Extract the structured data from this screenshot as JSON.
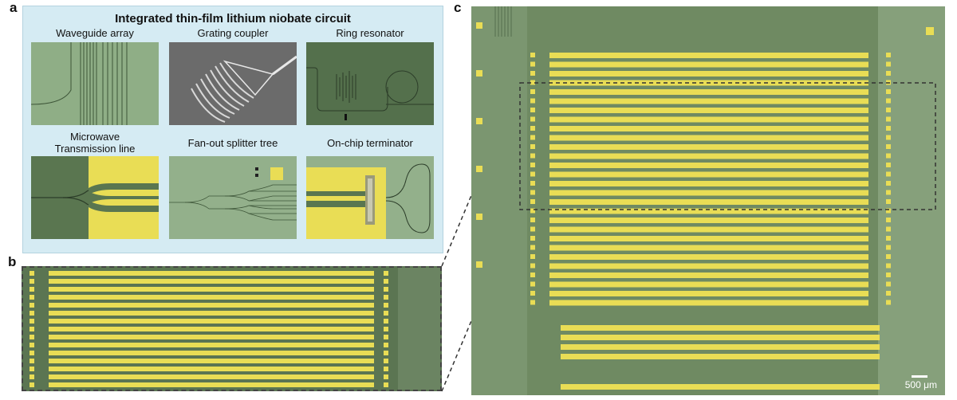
{
  "figure": {
    "panel_labels": {
      "a": "a",
      "b": "b",
      "c": "c"
    },
    "panel_a": {
      "title": "Integrated thin-film lithium niobate circuit",
      "thumbnails": [
        {
          "label": "Waveguide array"
        },
        {
          "label": "Grating coupler"
        },
        {
          "label": "Ring resonator"
        },
        {
          "label": "Microwave\nTransmission line"
        },
        {
          "label": "Fan-out splitter tree"
        },
        {
          "label": "On-chip terminator"
        }
      ]
    },
    "panel_c": {
      "scale_bar_label": "500 μm"
    },
    "colors": {
      "panel_a_bg": "#d5ebf3",
      "chip_green": "#6f8a62",
      "electrode_gold": "#e9dd55",
      "dashed_box": "#444444"
    }
  }
}
